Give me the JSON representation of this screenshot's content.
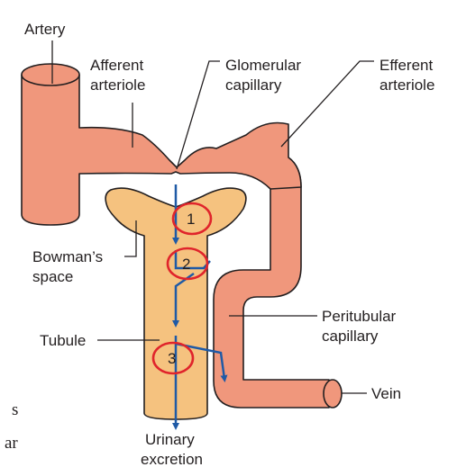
{
  "labels": {
    "artery": "Artery",
    "afferent_line1": "Afferent",
    "afferent_line2": "arteriole",
    "glomerular_line1": "Glomerular",
    "glomerular_line2": "capillary",
    "efferent_line1": "Efferent",
    "efferent_line2": "arteriole",
    "bowmans_line1": "Bowman’s",
    "bowmans_line2": "space",
    "peritubular_line1": "Peritubular",
    "peritubular_line2": "capillary",
    "tubule": "Tubule",
    "vein": "Vein",
    "urinary_line1": "Urinary",
    "urinary_line2": "excretion"
  },
  "markers": [
    "1",
    "2",
    "3"
  ],
  "cropped_text": [
    "s",
    "ar"
  ],
  "colors": {
    "vessel": "#f0977c",
    "tubule": "#f5c27f",
    "outline": "#231f20",
    "flow_arrow": "#1f5aa6",
    "marker_circle": "#e0242b"
  }
}
